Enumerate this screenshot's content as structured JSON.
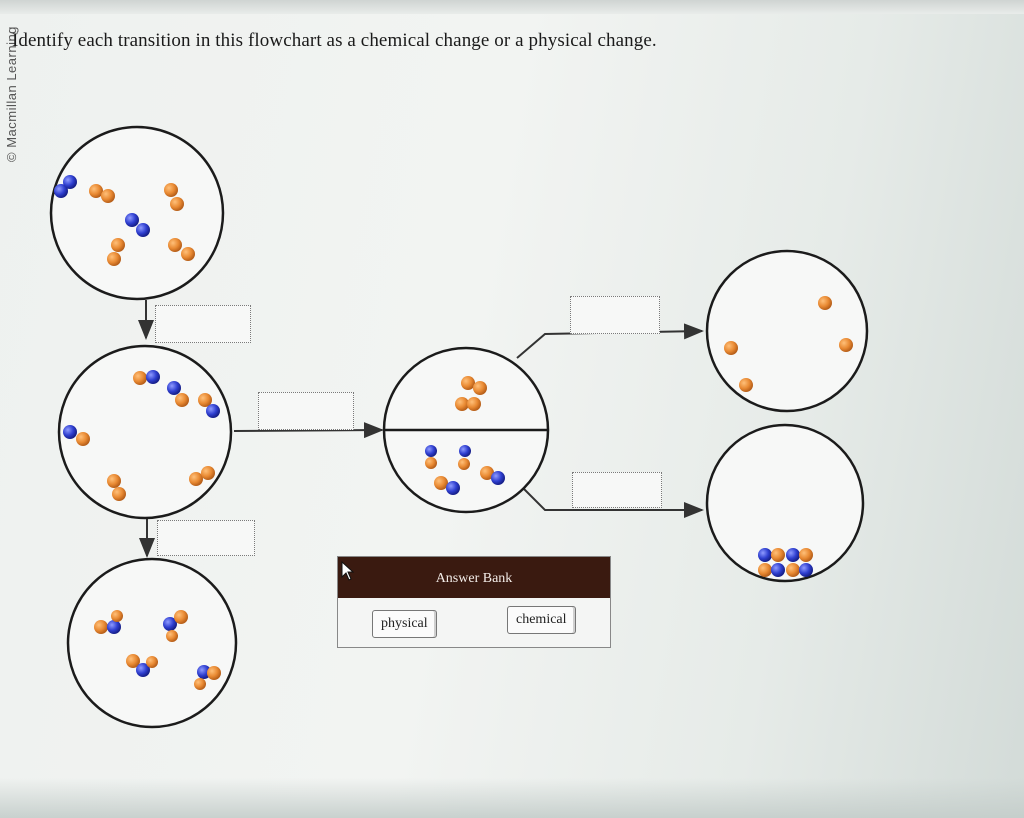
{
  "watermark": "© Macmillan Learning",
  "prompt": "Identify each transition in this flowchart as a chemical change or a physical change.",
  "answer_bank": {
    "title": "Answer Bank",
    "options": [
      "physical",
      "chemical"
    ]
  },
  "atom_colors": {
    "orange": "#e98a33",
    "blue": "#2f3fd0"
  },
  "drop_targets": [
    {
      "id": "transition-1",
      "value": ""
    },
    {
      "id": "transition-2",
      "value": ""
    },
    {
      "id": "transition-3",
      "value": ""
    },
    {
      "id": "transition-4",
      "value": ""
    },
    {
      "id": "transition-5",
      "value": ""
    }
  ]
}
